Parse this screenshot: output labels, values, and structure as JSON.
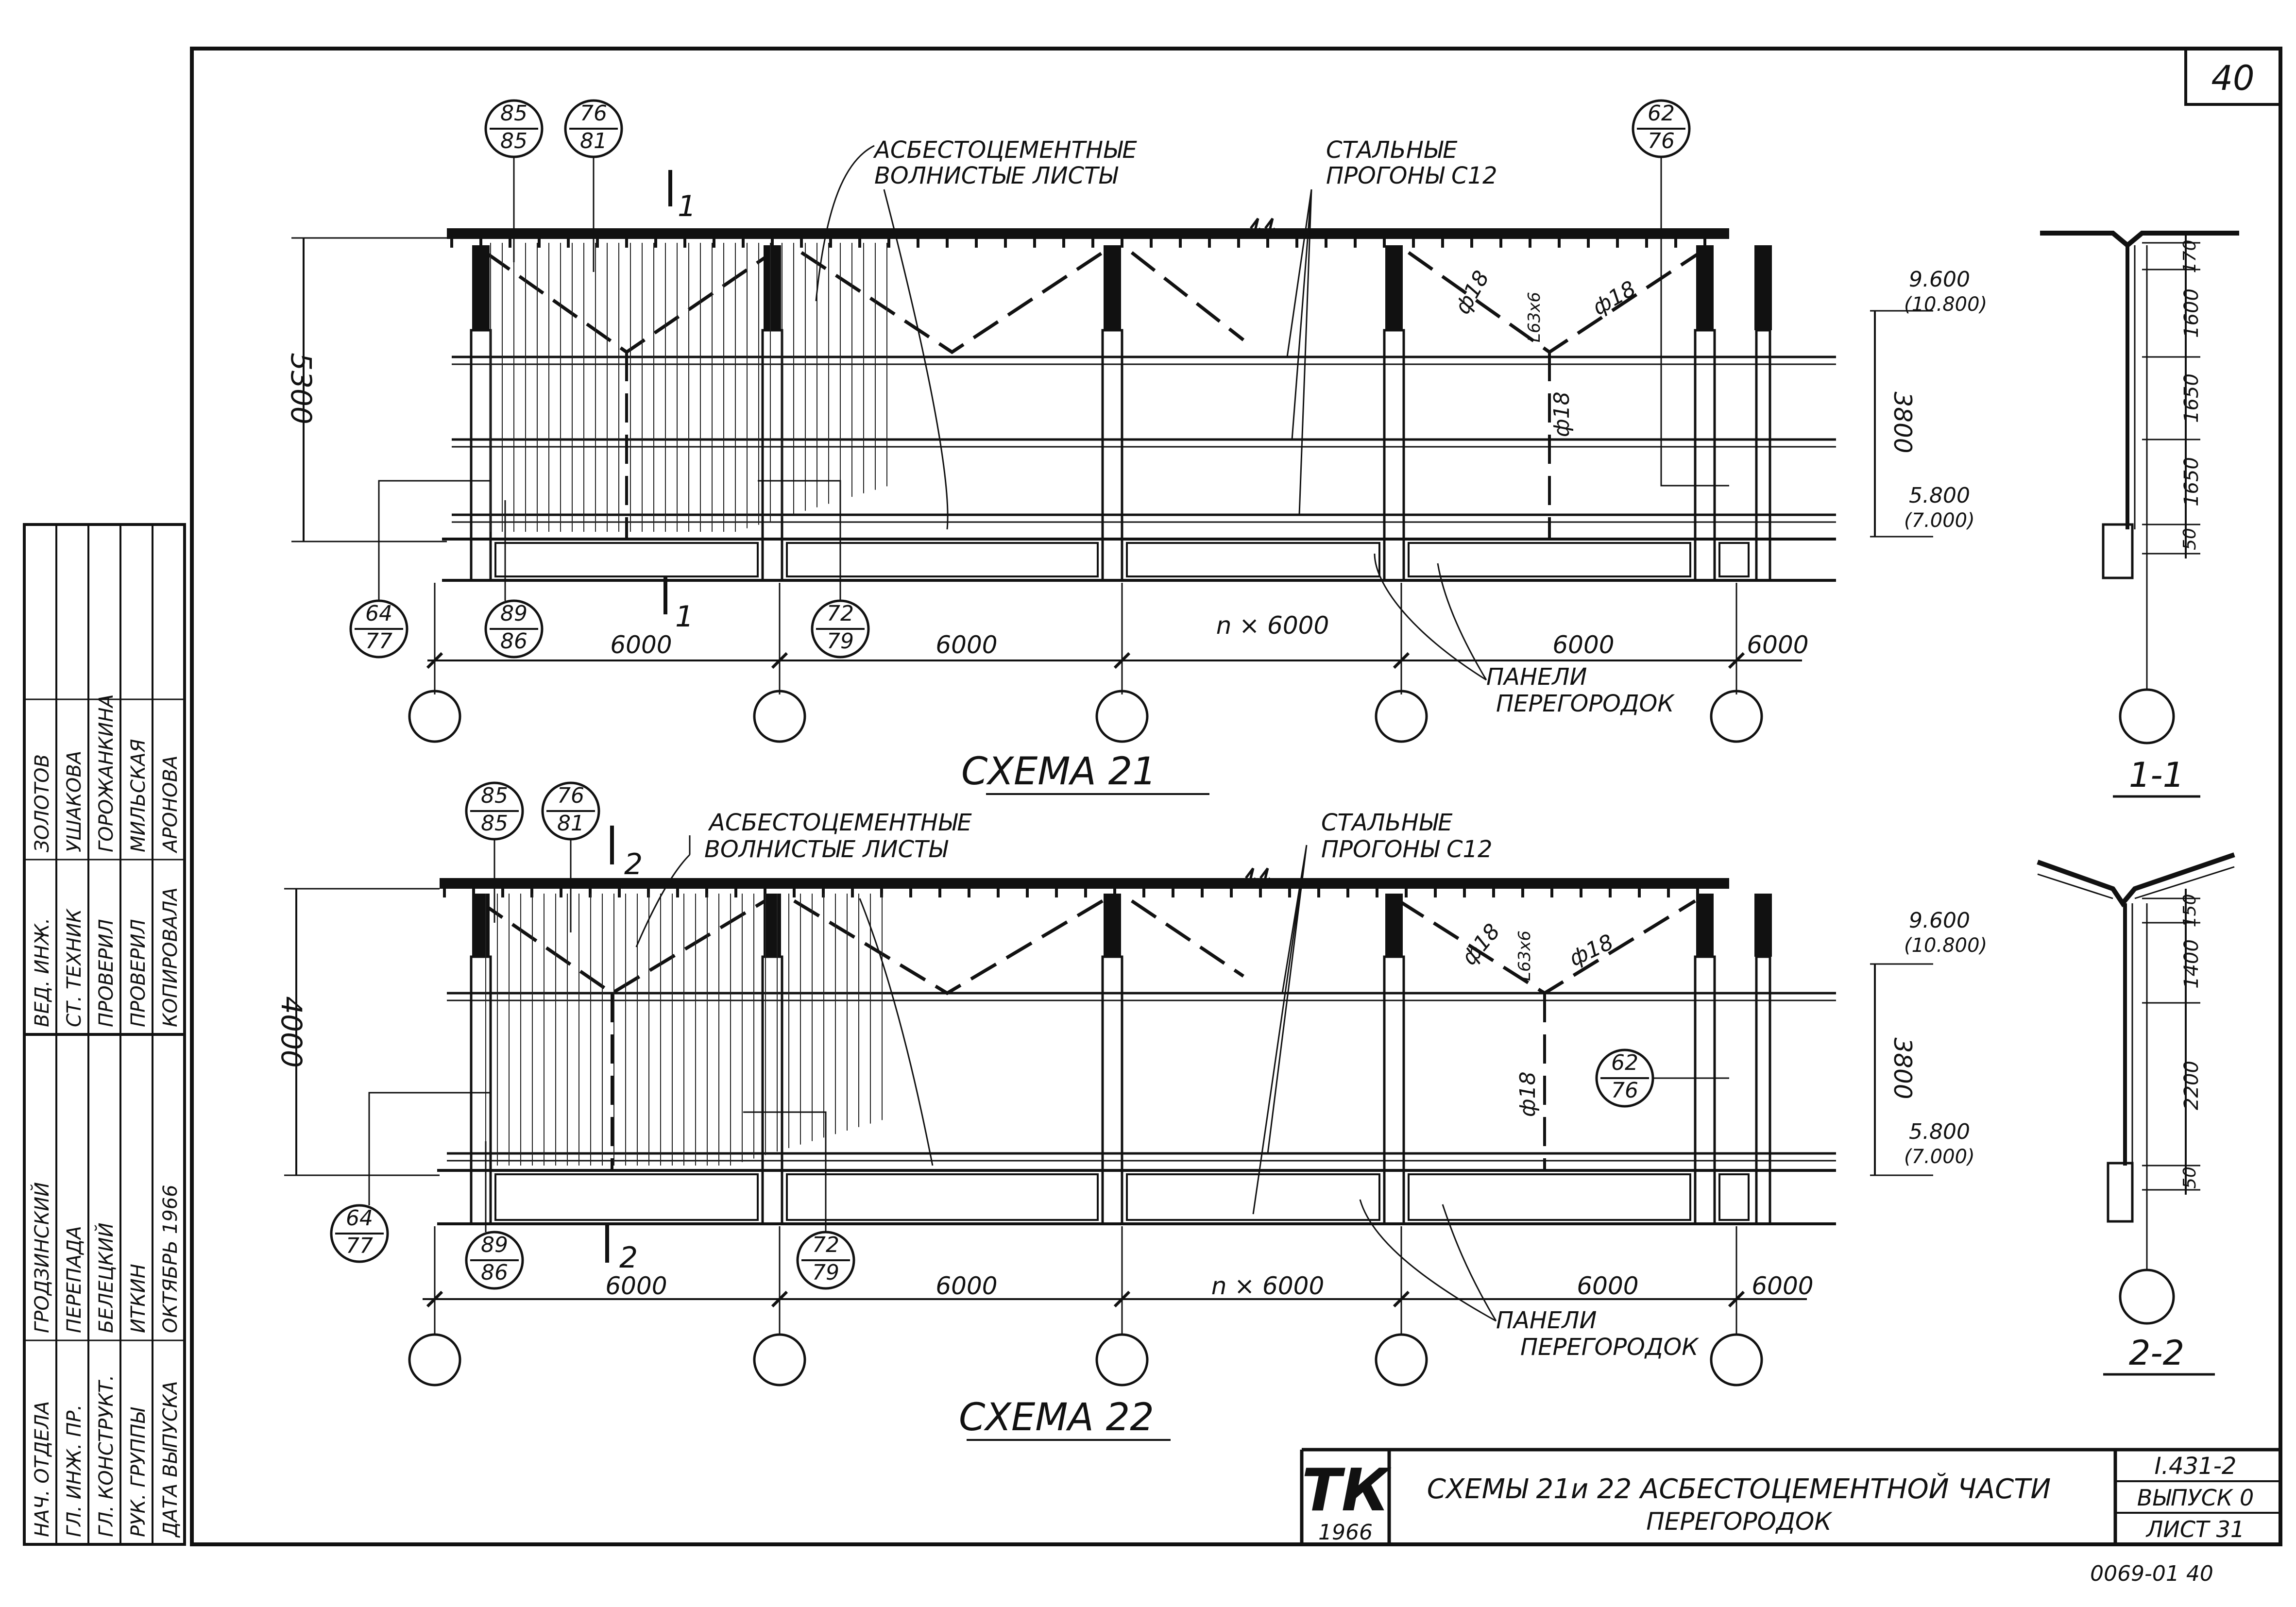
{
  "sheet": {
    "number": "40",
    "title_line1": "СХЕМЫ 21и 22 АСБЕСТОЦЕМЕНТНОЙ ЧАСТИ",
    "title_line2": "ПЕРЕГОРОДОК",
    "doc_code": "I.431-2",
    "issue": "ВЫПУСК 0",
    "sheet_label": "ЛИСТ 31",
    "stamp_code": "0069-01   40",
    "logo_text": "ТК",
    "logo_year": "1966"
  },
  "common": {
    "roof_label_l1": "АСБЕСТОЦЕМЕНТНЫЕ",
    "roof_label_l2": "ВОЛНИСТЫЕ ЛИСТЫ",
    "purlin_label_l1": "СТАЛЬНЫЕ",
    "purlin_label_l2": "ПРОГОНЫ С12",
    "panel_label_l1": "ПАНЕЛИ",
    "panel_label_l2": "ПЕРЕГОРОДОК",
    "span_6000": "6000",
    "span_middle": "n × 6000",
    "phi18": "ф18",
    "angle": "L63x6",
    "elev_top": "9.600",
    "elev_top_alt": "(10.800)",
    "elev_bottom": "5.800",
    "elev_bottom_alt": "(7.000)",
    "height_3800": "3800"
  },
  "scheme21": {
    "title": "СХЕМА 21",
    "height": "5300",
    "cut_mark": "1",
    "section_title": "1-1",
    "section_dims": [
      "170",
      "1600",
      "1650",
      "1650",
      "50"
    ],
    "bubbles": {
      "a": {
        "top": "85",
        "bottom": "85"
      },
      "b": {
        "top": "76",
        "bottom": "81"
      },
      "c": {
        "top": "62",
        "bottom": "76"
      },
      "d": {
        "top": "64",
        "bottom": "77"
      },
      "e": {
        "top": "89",
        "bottom": "86"
      },
      "f": {
        "top": "72",
        "bottom": "79"
      }
    }
  },
  "scheme22": {
    "title": "СХЕМА 22",
    "height": "4000",
    "cut_mark": "2",
    "section_title": "2-2",
    "section_dims": [
      "150",
      "1400",
      "2200",
      "50"
    ],
    "bubbles": {
      "a": {
        "top": "85",
        "bottom": "85"
      },
      "b": {
        "top": "76",
        "bottom": "81"
      },
      "c": {
        "top": "62",
        "bottom": "76"
      },
      "d": {
        "top": "64",
        "bottom": "77"
      },
      "e": {
        "top": "89",
        "bottom": "86"
      },
      "f": {
        "top": "72",
        "bottom": "79"
      }
    }
  },
  "stamp": {
    "rows": [
      [
        "НАЧ. ОТДЕЛА",
        "ГРОДЗИНСКИЙ",
        "ВЕД. ИНЖ.",
        "ЗОЛОТОВ"
      ],
      [
        "ГЛ. ИНЖ. ПР.",
        "ПЕРЕПАДА",
        "СТ. ТЕХНИК",
        "УШАКОВА"
      ],
      [
        "ГЛ. КОНСТРУКТ.",
        "БЕЛЕЦКИЙ",
        "ПРОВЕРИЛ",
        "ГОРОЖАНКИНА"
      ],
      [
        "РУК. ГРУППЫ",
        "ИТКИН",
        "ПРОВЕРИЛ",
        "МИЛЬСКАЯ"
      ],
      [
        "ДАТА ВЫПУСКА",
        "ОКТЯБРЬ 1966",
        "КОПИРОВАЛА",
        "АРОНОВА"
      ]
    ]
  }
}
